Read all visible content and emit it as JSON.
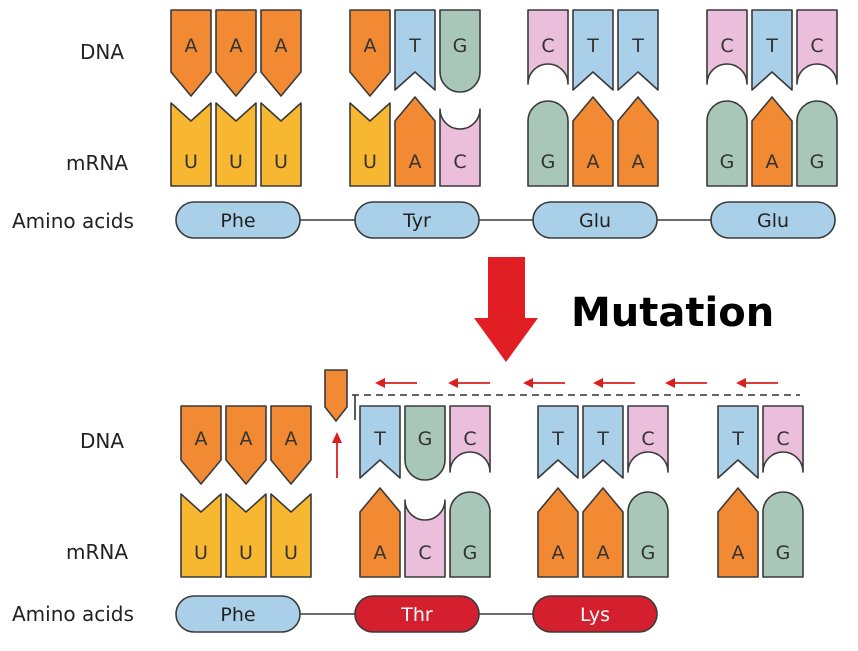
{
  "colors": {
    "A": "#f28a33",
    "T": "#a9d0e8",
    "G": "#a9c7b9",
    "C": "#ebbfdb",
    "U": "#f7b731",
    "stroke": "#3a3a3a",
    "aa_normal": "#a9d0e8",
    "aa_mutant": "#d4202e",
    "mutation_arrow": "#e01e24",
    "shift_arrow": "#d9201f"
  },
  "labels": {
    "dna": "DNA",
    "mrna": "mRNA",
    "amino_acids": "Amino acids",
    "mutation": "Mutation"
  },
  "top": {
    "dna": [
      [
        "A",
        "A",
        "A"
      ],
      [
        "A",
        "T",
        "G"
      ],
      [
        "C",
        "T",
        "T"
      ],
      [
        "C",
        "T",
        "C"
      ]
    ],
    "mrna": [
      [
        "U",
        "U",
        "U"
      ],
      [
        "U",
        "A",
        "C"
      ],
      [
        "G",
        "A",
        "A"
      ],
      [
        "G",
        "A",
        "G"
      ]
    ],
    "amino_acids": [
      "Phe",
      "Tyr",
      "Glu",
      "Glu"
    ]
  },
  "bottom": {
    "dna": [
      [
        "A",
        "A",
        "A"
      ],
      [
        "T",
        "G",
        "C"
      ],
      [
        "T",
        "T",
        "C"
      ],
      [
        "T",
        "C"
      ]
    ],
    "mrna": [
      [
        "U",
        "U",
        "U"
      ],
      [
        "A",
        "C",
        "G"
      ],
      [
        "A",
        "A",
        "G"
      ],
      [
        "A",
        "G"
      ]
    ],
    "amino_acids": [
      "Phe",
      "Thr",
      "Lys"
    ],
    "deleted_base": "A"
  },
  "icons": {
    "mutation_arrow": "down-arrow-icon",
    "shift_arrow": "left-arrow-icon",
    "deletion_arrow": "up-arrow-icon"
  }
}
